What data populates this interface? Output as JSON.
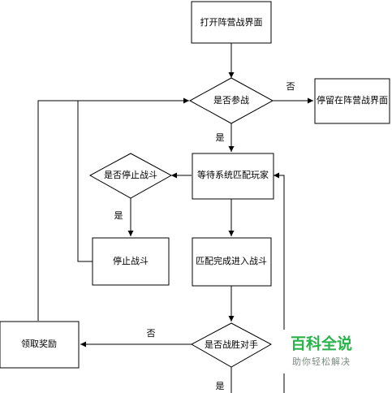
{
  "nodes": {
    "open_camp": "打开阵营战界面",
    "join_battle": "是否参战",
    "stay_camp": "停留在阵营战界面",
    "wait_match": "等待系统匹配玩家",
    "stop_battle_q": "是否停止战斗",
    "stop_battle": "停止战斗",
    "match_done": "匹配完成进入战斗",
    "win_q": "是否战胜对手",
    "claim_reward": "领取奖励"
  },
  "edges": {
    "join_no": "否",
    "join_yes": "是",
    "stop_yes": "是",
    "win_no": "否",
    "win_yes": "是"
  },
  "watermark": {
    "title": "百科全说",
    "subtitle": "助你轻松解决"
  }
}
